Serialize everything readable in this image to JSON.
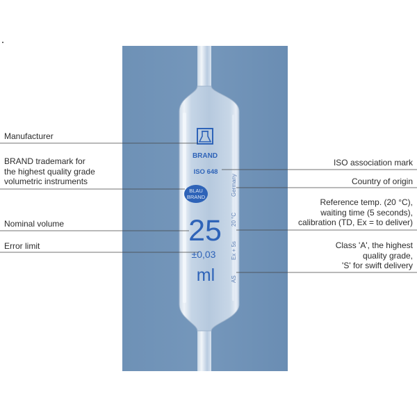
{
  "pipette": {
    "brand": "BRAND",
    "iso": "ISO 648",
    "blau_line1": "BLAU",
    "blau_line2": "BRAND",
    "volume": "25",
    "tolerance": "±0,03",
    "unit": "ml",
    "side_country": "Germany",
    "side_temp": "20 °C",
    "side_time": "Ex + 5s",
    "side_class": "AS"
  },
  "labels": {
    "manufacturer": "Manufacturer",
    "trademark": [
      "BRAND trademark for",
      "the highest quality grade",
      "volumetric instruments"
    ],
    "nominal": "Nominal volume",
    "error": "Error limit",
    "iso_mark": "ISO association mark",
    "country": "Country of origin",
    "reference": [
      "Reference temp. (20 °C),",
      "waiting time (5 seconds),",
      "calibration (TD, Ex = to deliver)"
    ],
    "class": [
      "Class 'A', the highest",
      "quality grade,",
      "'S' for swift delivery"
    ]
  },
  "colors": {
    "panel": "#6b8fb5",
    "print_blue": "#2e63b8",
    "leader": "#444444"
  },
  "icons": {
    "brand_logo": "flask-in-square-icon"
  }
}
